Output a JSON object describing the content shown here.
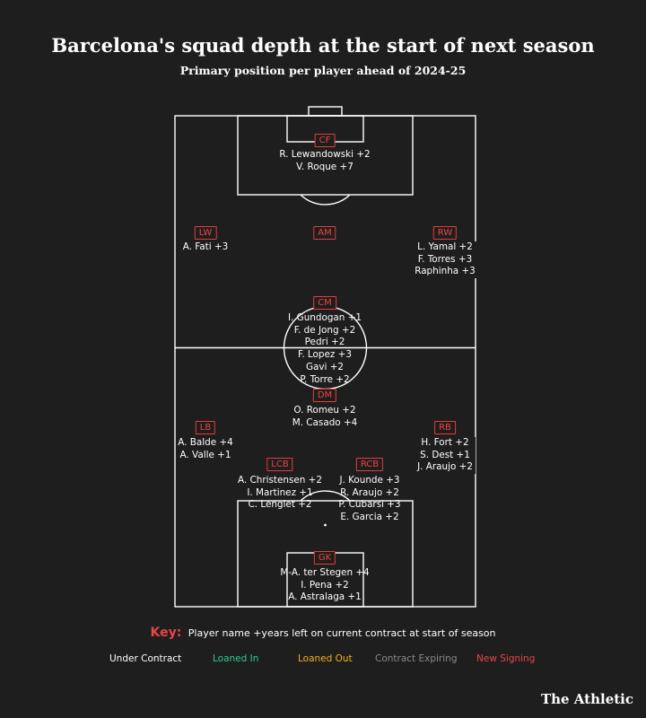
{
  "title": "Barcelona's squad depth at the start of next season",
  "subtitle": "Primary position per player ahead of 2024-25",
  "positions": {
    "cf": {
      "label": "CF",
      "players": [
        "R. Lewandowski +2",
        "V. Roque +7"
      ]
    },
    "lw": {
      "label": "LW",
      "players": [
        "A. Fati +3"
      ]
    },
    "am": {
      "label": "AM",
      "players": []
    },
    "rw": {
      "label": "RW",
      "players": [
        "L. Yamal +2",
        "F. Torres +3",
        "Raphinha +3"
      ]
    },
    "cm": {
      "label": "CM",
      "players": [
        "I. Gundogan +1",
        "F. de Jong +2",
        "Pedri +2",
        "F. Lopez +3",
        "Gavi +2",
        "P. Torre +2"
      ]
    },
    "dm": {
      "label": "DM",
      "players": [
        "O. Romeu +2",
        "M. Casado +4"
      ]
    },
    "lb": {
      "label": "LB",
      "players": [
        "A. Balde +4",
        "A. Valle +1"
      ]
    },
    "rb": {
      "label": "RB",
      "players": [
        "H. Fort +2",
        "S. Dest +1",
        "J. Araujo +2"
      ]
    },
    "lcb": {
      "label": "LCB",
      "players": [
        "A. Christensen +2",
        "I. Martinez +1",
        "C. Lenglet +2"
      ]
    },
    "rcb": {
      "label": "RCB",
      "players": [
        "J. Kounde +3",
        "R. Araujo +2",
        "P. Cubarsi +3",
        "E. Garcia +2"
      ]
    },
    "gk": {
      "label": "GK",
      "players": [
        "M-A. ter Stegen +4",
        "I. Pena +2",
        "A. Astralaga +1"
      ]
    }
  },
  "key": {
    "label": "Key:",
    "text": "Player name +years left on current contract at start of season"
  },
  "legend": [
    {
      "label": "Under Contract",
      "color": "#ffffff"
    },
    {
      "label": "Loaned In",
      "color": "#2ecc8f"
    },
    {
      "label": "Loaned Out",
      "color": "#f2b01e"
    },
    {
      "label": "Contract Expiring",
      "color": "#8a8a8a"
    },
    {
      "label": "New Signing",
      "color": "#e84545"
    }
  ],
  "brand": "The Athletic",
  "colors": {
    "background": "#1e1e1e",
    "pitch_lines": "#ffffff",
    "position_badge": "#e23d3d"
  }
}
